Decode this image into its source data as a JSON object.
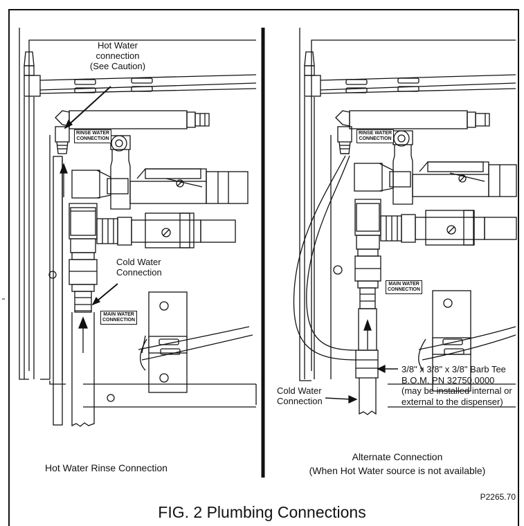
{
  "left_panel": {
    "hot_water_line1": "Hot Water",
    "hot_water_line2": "connection",
    "hot_water_line3": "(See Caution)",
    "rinse_tag_line1": "RINSE WATER",
    "rinse_tag_line2": "CONNECTION",
    "cold_water_line1": "Cold Water",
    "cold_water_line2": "Connection",
    "main_tag_line1": "MAIN WATER",
    "main_tag_line2": "CONNECTION",
    "subcaption": "Hot Water Rinse Connection"
  },
  "right_panel": {
    "rinse_tag_line1": "RINSE WATER",
    "rinse_tag_line2": "CONNECTION",
    "main_tag_line1": "MAIN WATER",
    "main_tag_line2": "CONNECTION",
    "tee_line1": "3/8\" x 3/8\" x 3/8\" Barb Tee",
    "tee_line2": "B.O.M. PN 32750.0000",
    "tee_line3": "(may be installed internal or",
    "tee_line4": "external to the dispenser)",
    "cold_water_line1": "Cold Water",
    "cold_water_line2": "Connection",
    "subcaption_line1": "Alternate Connection",
    "subcaption_line2": "(When Hot Water source is not available)"
  },
  "figure_code": "P2265.70",
  "caption": "FIG. 2  Plumbing Connections"
}
